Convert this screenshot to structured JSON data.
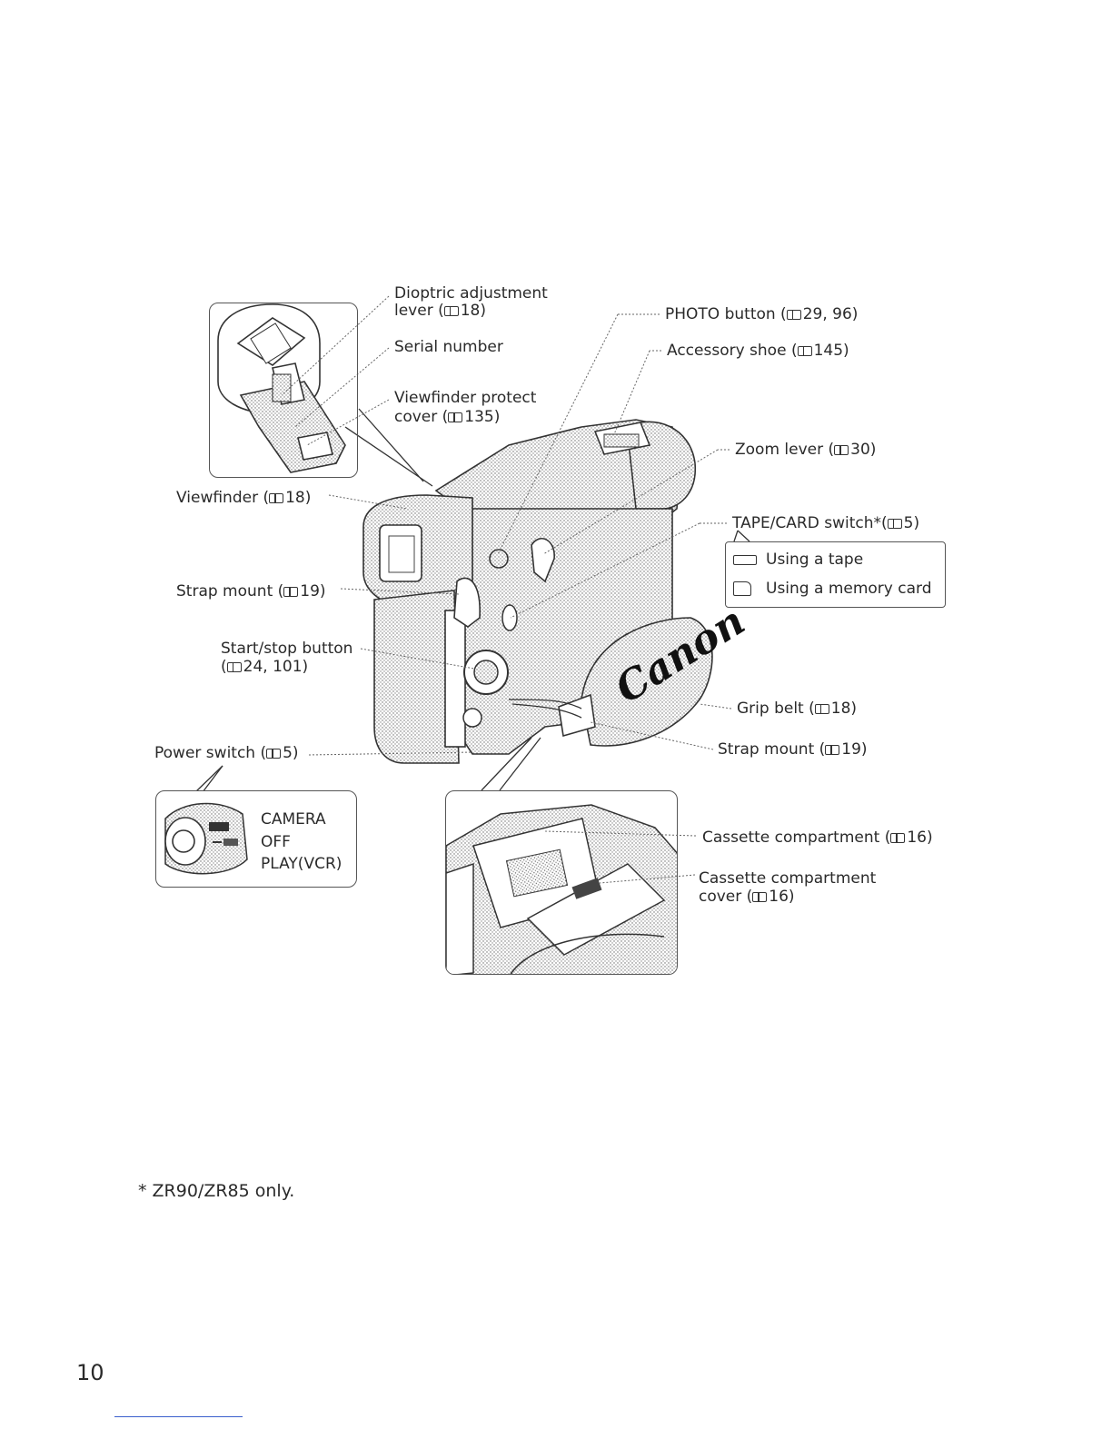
{
  "labels": {
    "dioptric_1": "Dioptric adjustment",
    "dioptric_2": "lever (",
    "dioptric_ref": "18)",
    "serial": "Serial number",
    "vf_protect_1": "Viewfinder protect",
    "vf_protect_2": "cover (",
    "vf_protect_ref": "135)",
    "photo": "PHOTO button (",
    "photo_ref": "29, 96)",
    "accessory": "Accessory shoe (",
    "accessory_ref": "145)",
    "zoom": "Zoom lever (",
    "zoom_ref": "30)",
    "viewfinder": "Viewfinder (",
    "viewfinder_ref": "18)",
    "tapecard": "TAPE/CARD switch*(",
    "tapecard_ref": "5)",
    "using_tape": "Using a tape",
    "using_card": "Using a memory card",
    "strap_left": "Strap mount (",
    "strap_left_ref": "19)",
    "startstop_1": "Start/stop button",
    "startstop_ref": "24, 101)",
    "grip": "Grip belt (",
    "grip_ref": "18)",
    "power": "Power switch (",
    "power_ref": "5)",
    "strap_right": "Strap mount (",
    "strap_right_ref": "19)",
    "power_camera": "CAMERA",
    "power_off": "OFF",
    "power_play": "PLAY(VCR)",
    "cassette": "Cassette compartment (",
    "cassette_ref": "16)",
    "cassette_cover_1": "Cassette compartment",
    "cassette_cover_2": "cover (",
    "cassette_cover_ref": "16)",
    "brand": "Canon"
  },
  "footnote": "* ZR90/ZR85 only.",
  "page_number": "10",
  "colors": {
    "rule": "#3a5fcd"
  }
}
